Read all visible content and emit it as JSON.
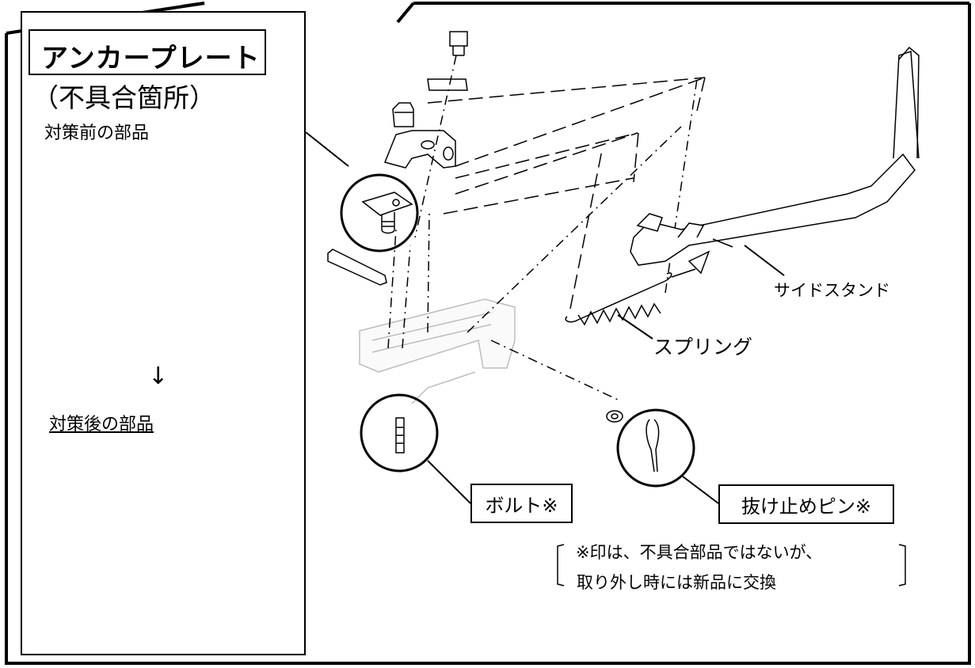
{
  "panel": {
    "title": "アンカープレート",
    "subtitle": "（不具合箇所）",
    "before_label": "対策前の部品",
    "arrow": "↓",
    "after_label": "対策後の部品"
  },
  "diagram": {
    "side_stand_label": "サイドスタンド",
    "spring_label": "スプリング",
    "bolt_label": "ボルト※",
    "pin_label": "抜け止めピン※",
    "note_line1": "※印は、不具合部品ではないが、",
    "note_line2": "取り外し時には新品に交換"
  },
  "colors": {
    "marking": "#f2ea1c",
    "plate": "#9aa09f"
  }
}
